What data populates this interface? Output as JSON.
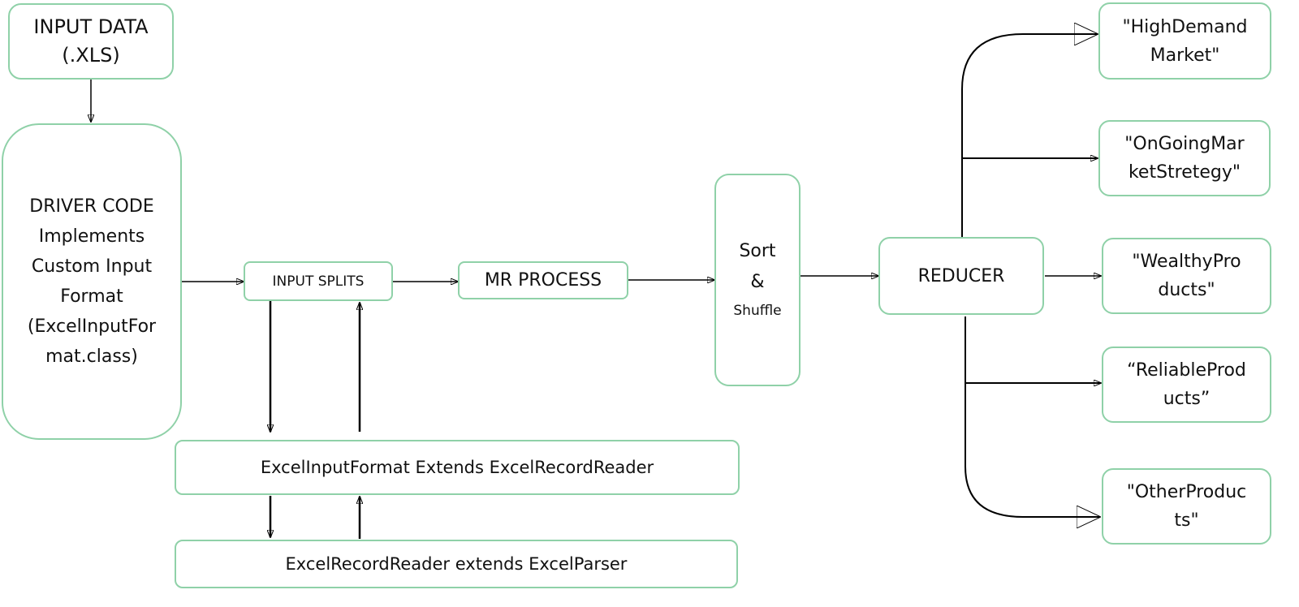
{
  "diagram": {
    "input_data": [
      "INPUT DATA",
      "(.XLS)"
    ],
    "driver_code": [
      "DRIVER CODE",
      "Implements",
      "Custom Input",
      "Format",
      "(ExcelInputFor",
      "mat.class)"
    ],
    "input_splits": "INPUT SPLITS",
    "mr_process": "MR PROCESS",
    "sort_shuffle": [
      "Sort",
      "&",
      "Shuffle"
    ],
    "reducer": "REDUCER",
    "excel_input_format": "ExcelInputFormat Extends ExcelRecordReader",
    "excel_record_reader": "ExcelRecordReader extends ExcelParser",
    "outputs": [
      [
        "\"HighDemand",
        "Market\""
      ],
      [
        "\"OnGoingMar",
        "ketStretegy\""
      ],
      [
        "\"WealthyPro",
        "ducts\""
      ],
      [
        "“ReliableProd",
        "ucts”"
      ],
      [
        "\"OtherProduc",
        "ts\""
      ]
    ]
  },
  "colors": {
    "box_border": "#8fd1a8",
    "arrow": "#000000"
  }
}
